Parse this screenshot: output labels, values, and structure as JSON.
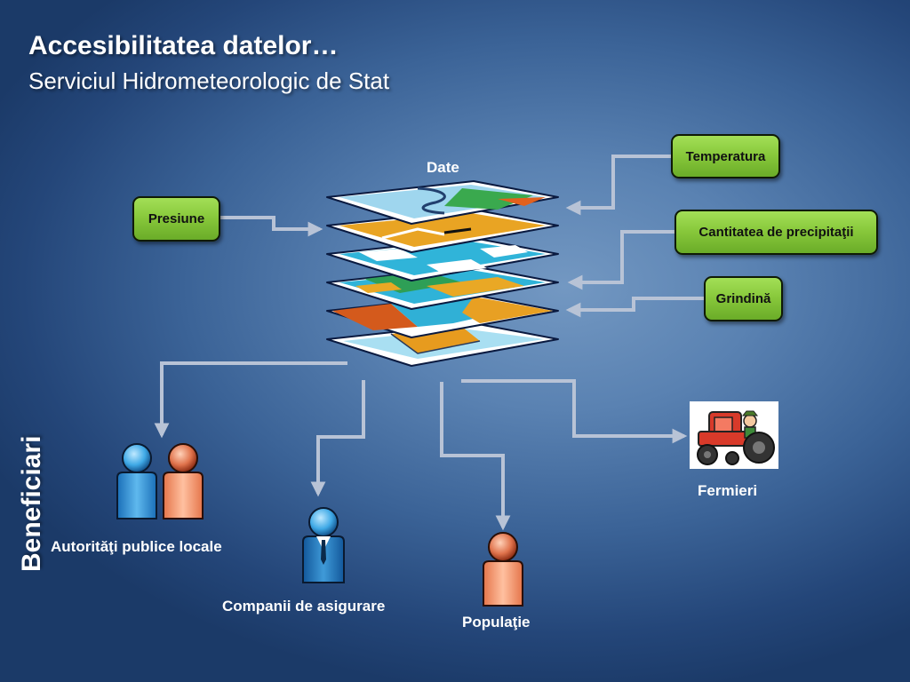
{
  "title": "Accesibilitatea datelor…",
  "subtitle": "Serviciul Hidrometeorologic de Stat",
  "side_label": "Beneficiari",
  "center_label": "Date",
  "inputs": {
    "presiune": "Presiune",
    "temperatura": "Temperatura",
    "precipitatii": "Cantitatea de precipitaţii",
    "grindina": "Grindină"
  },
  "beneficiaries": {
    "autoritati": "Autorităţi publice locale",
    "companii": "Companii de asigurare",
    "populatie": "Populaţie",
    "fermieri": "Fermieri"
  },
  "colors": {
    "arrow": "#b5c0d4",
    "box_green": "#89c93c",
    "layer_blue": "#2fb3d8",
    "layer_orange": "#e89a22"
  },
  "icons": [
    "person-blue-icon",
    "person-orange-icon",
    "businessman-icon",
    "tractor-farmer-icon",
    "map-layers-icon"
  ]
}
